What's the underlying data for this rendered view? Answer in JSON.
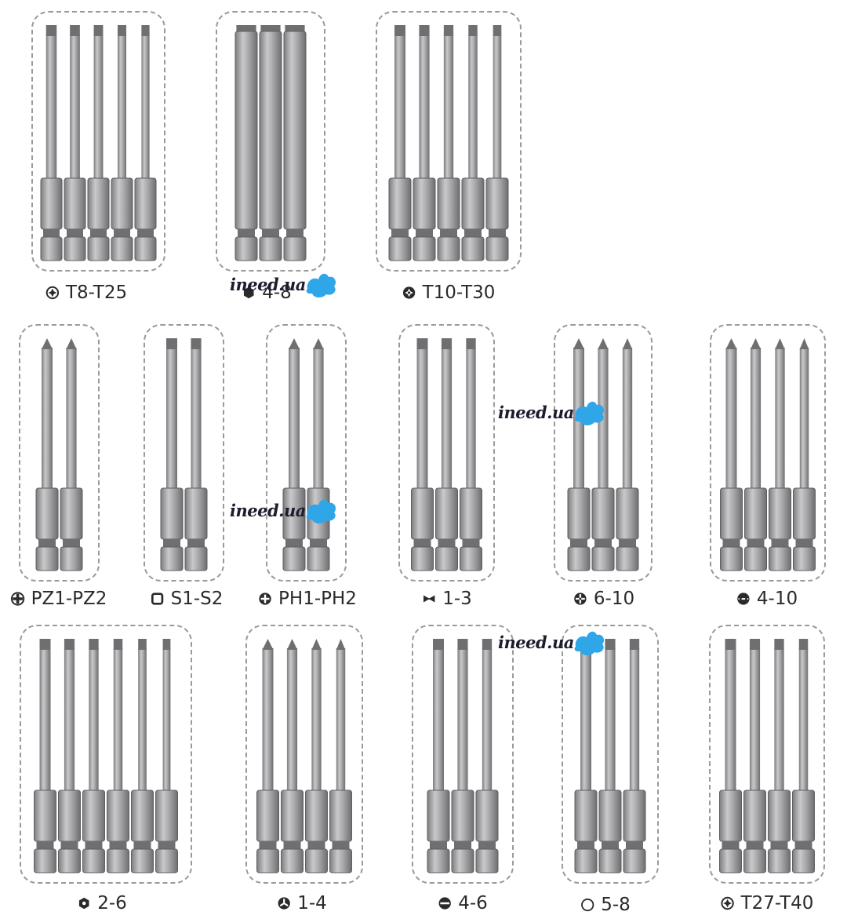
{
  "watermark": {
    "text": "ineed.ua",
    "icon": "blue-splash-icon",
    "color": "#2ea6e8"
  },
  "colors": {
    "steel": "#a7a7a9",
    "steel_dark": "#6f6f72",
    "frame": "#9a9a9a",
    "text": "#2a2a2a"
  },
  "groups": [
    {
      "label": "T8-T25",
      "icon": "torx-icon",
      "bit_count": 5,
      "tip": "torx",
      "hex_long": false
    },
    {
      "label": "4-8",
      "icon": "hex-icon",
      "bit_count": 3,
      "tip": "hexshaft",
      "hex_long": true
    },
    {
      "label": "T10-T30",
      "icon": "torx-security-icon",
      "bit_count": 5,
      "tip": "torx",
      "hex_long": false
    },
    {
      "label": "PZ1-PZ2",
      "icon": "pozidriv-icon",
      "bit_count": 2,
      "tip": "cross",
      "hex_long": false
    },
    {
      "label": "S1-S2",
      "icon": "square-icon",
      "bit_count": 2,
      "tip": "square",
      "hex_long": false
    },
    {
      "label": "PH1-PH2",
      "icon": "phillips-icon",
      "bit_count": 2,
      "tip": "cross",
      "hex_long": false
    },
    {
      "label": "1-3",
      "icon": "bowtie-icon",
      "bit_count": 3,
      "tip": "slot",
      "hex_long": false
    },
    {
      "label": "6-10",
      "icon": "cross-slot-icon",
      "bit_count": 3,
      "tip": "cross",
      "hex_long": false
    },
    {
      "label": "4-10",
      "icon": "spanner-icon",
      "bit_count": 4,
      "tip": "fork",
      "hex_long": false
    },
    {
      "label": "2-6",
      "icon": "hexagon-icon",
      "bit_count": 6,
      "tip": "hexshaft",
      "hex_long": false
    },
    {
      "label": "1-4",
      "icon": "tri-wing-icon",
      "bit_count": 4,
      "tip": "cross",
      "hex_long": false
    },
    {
      "label": "4-6",
      "icon": "slotted-icon",
      "bit_count": 3,
      "tip": "slot",
      "hex_long": false
    },
    {
      "label": "5-8",
      "icon": "circle-icon",
      "bit_count": 3,
      "tip": "torx",
      "hex_long": false
    },
    {
      "label": "T27-T40",
      "icon": "torx-large-icon",
      "bit_count": 4,
      "tip": "torx",
      "hex_long": false
    }
  ]
}
